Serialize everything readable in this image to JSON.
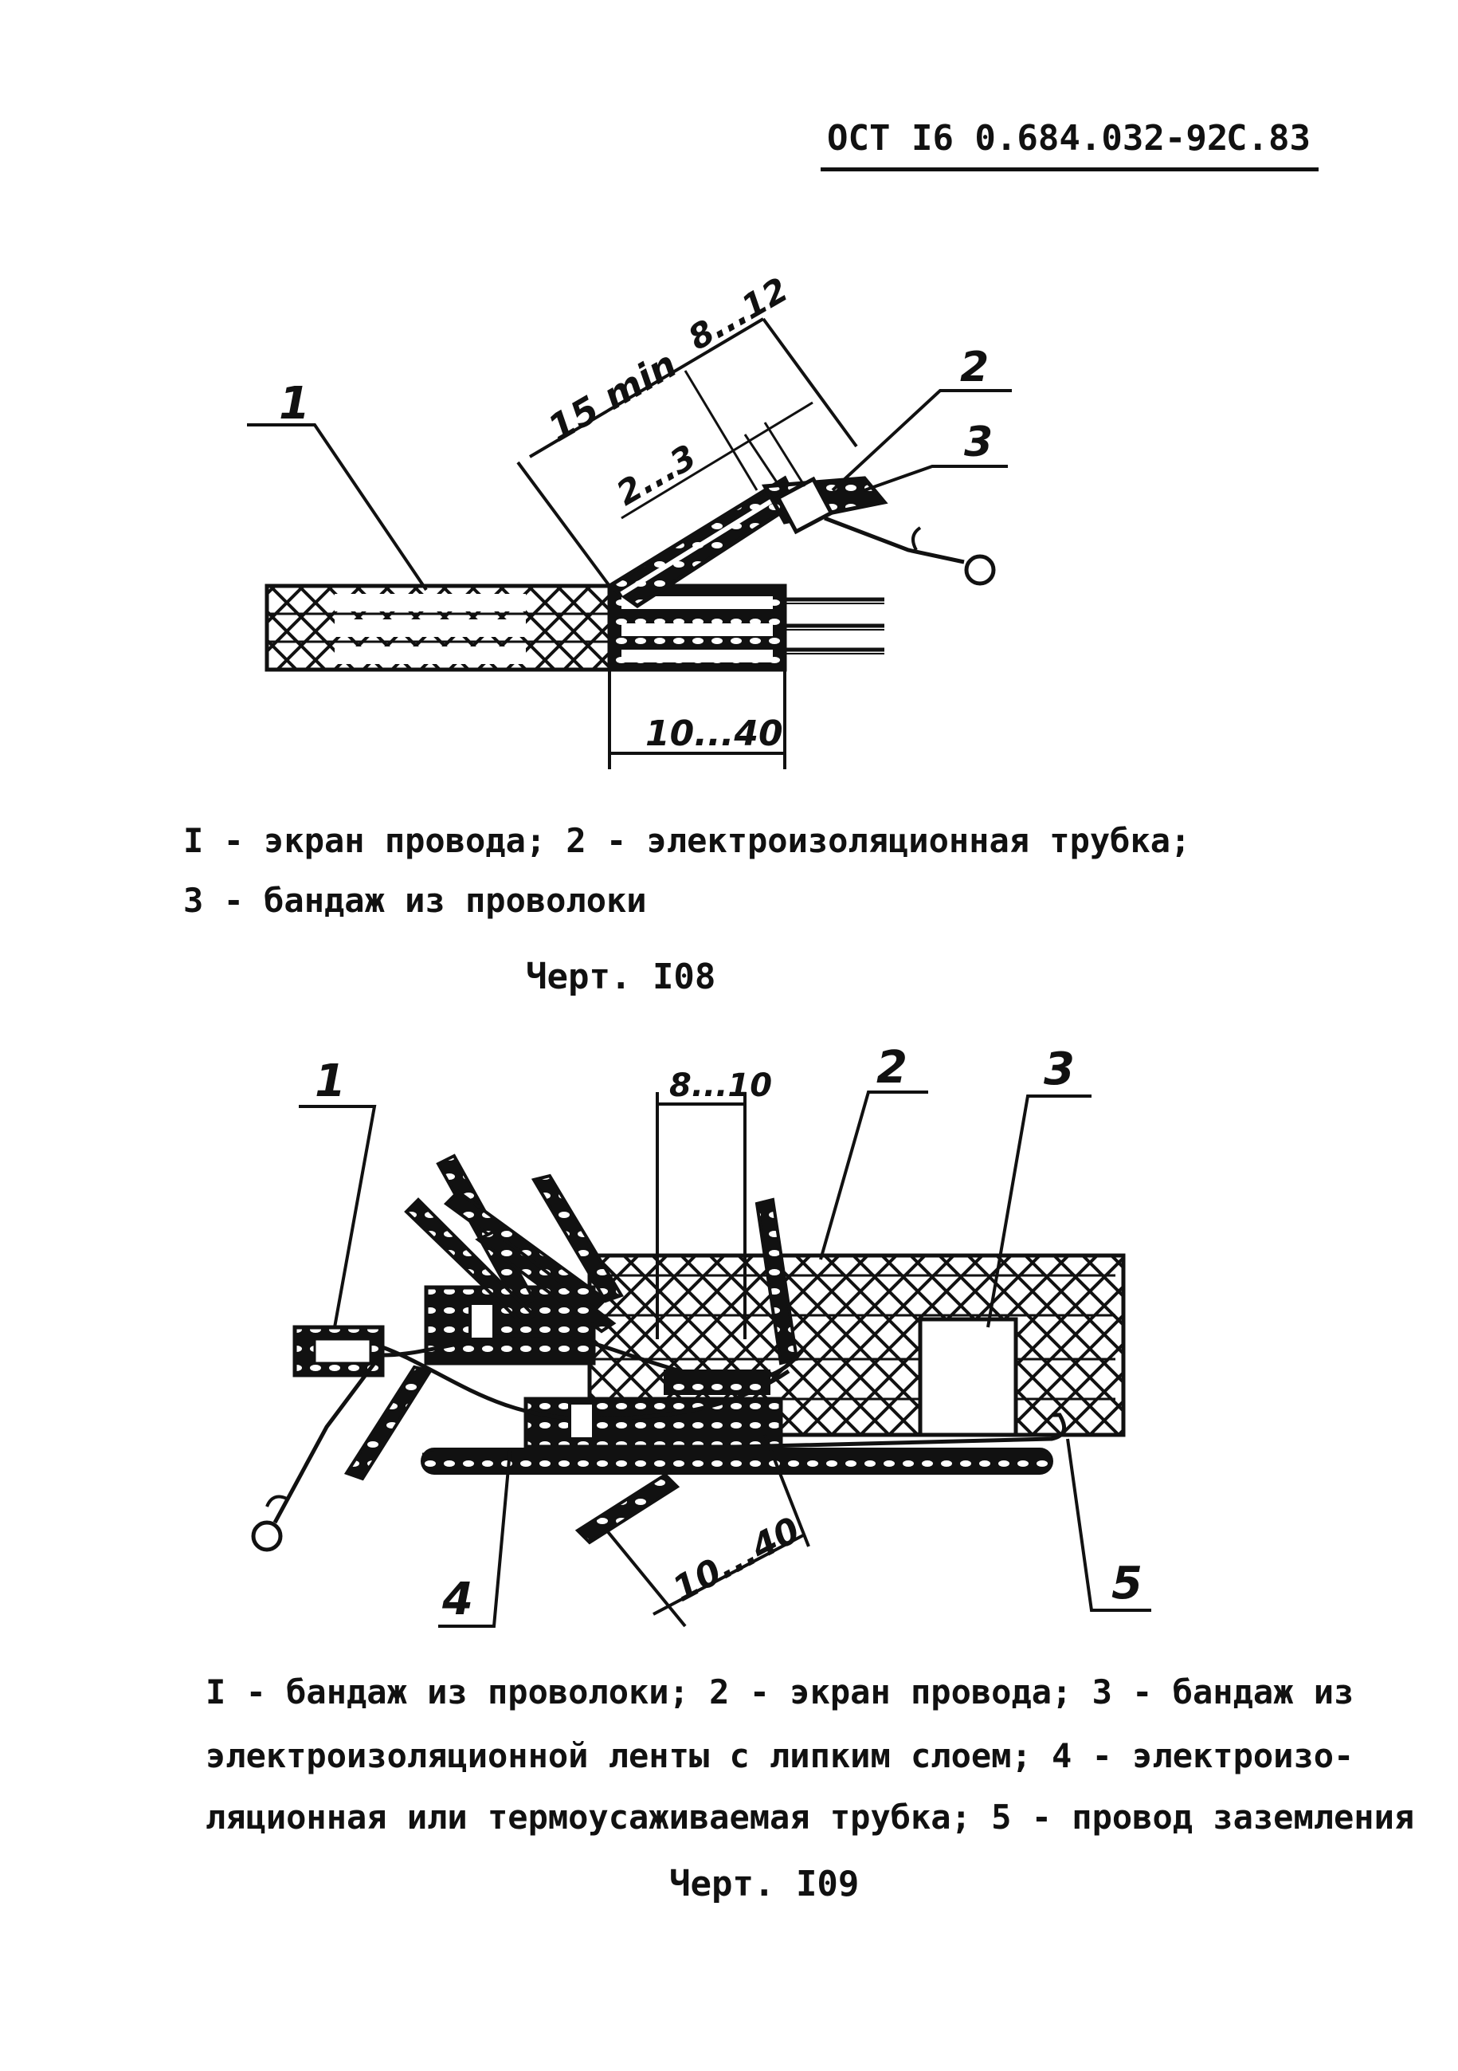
{
  "header": {
    "code": "ОСТ I6 0.684.032-92",
    "page": "С.83"
  },
  "figure108": {
    "labels": [
      "1",
      "2",
      "3"
    ],
    "dims": {
      "overall": "15 min",
      "band": "8...12",
      "gap": "2...3",
      "bottom": "10...40"
    },
    "legend_line1": "I - экран провода; 2 - электроизоляционная трубка;",
    "legend_line2": "3 - бандаж из проволоки",
    "caption": "Черт. I08"
  },
  "figure109": {
    "labels": [
      "1",
      "2",
      "3",
      "4",
      "5"
    ],
    "dims": {
      "top": "8...10",
      "bottom": "10...40"
    },
    "legend_line1": "I - бандаж из проволоки; 2 - экран провода; 3 - бандаж из",
    "legend_line2": "электроизоляционной ленты с липким слоем; 4 - электроизо-",
    "legend_line3": "ляционная или термоусаживаемая трубка; 5 - провод заземления",
    "caption": "Черт. I09"
  }
}
